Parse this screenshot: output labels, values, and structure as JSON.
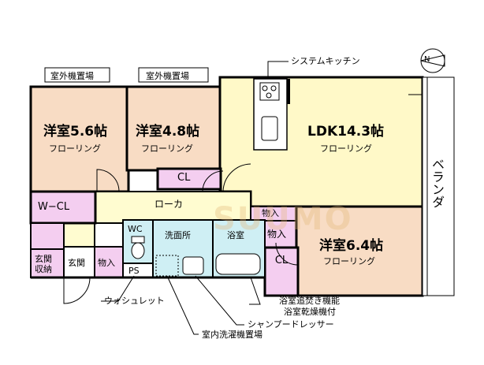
{
  "colors": {
    "western_room": "#f8dcc4",
    "ldk": "#fff9c8",
    "closet": "#f4cef0",
    "hall": "#fffcd0",
    "wet_area": "#cfeff4",
    "balcony": "#ffffff",
    "watermark": "#e3b87a"
  },
  "labels": {
    "outdoor_unit_1": "室外機置場",
    "outdoor_unit_2": "室外機置場",
    "room1_name": "洋室5.6帖",
    "room1_floor": "フローリング",
    "room2_name": "洋室4.8帖",
    "room2_floor": "フローリング",
    "ldk_name": "LDK14.3帖",
    "ldk_floor": "フローリング",
    "room3_name": "洋室6.4帖",
    "room3_floor": "フローリング",
    "cl_room2": "CL",
    "cl_room3": "CL",
    "wcl": "W−CL",
    "corridor": "ローカ",
    "storage_top": "物入",
    "storage_right": "物入",
    "storage_entrance": "物入",
    "entrance_storage": "玄関\n収納",
    "entrance": "玄関",
    "wc": "WC",
    "washroom": "洗面所",
    "bathroom": "浴室",
    "ps": "PS",
    "balcony": "ベランダ",
    "watermark": "SUUMO"
  },
  "annotations": {
    "kitchen": "システムキッチン",
    "washlet": "ウォシュレット",
    "bath_reheat": "浴室追焚き機能",
    "bath_dryer": "浴室乾燥機付",
    "shampoo_dresser": "シャンプードレッサー",
    "washer_space": "室内洗濯機置場"
  },
  "compass": {
    "label": "N",
    "icon": "north-arrow-icon"
  }
}
